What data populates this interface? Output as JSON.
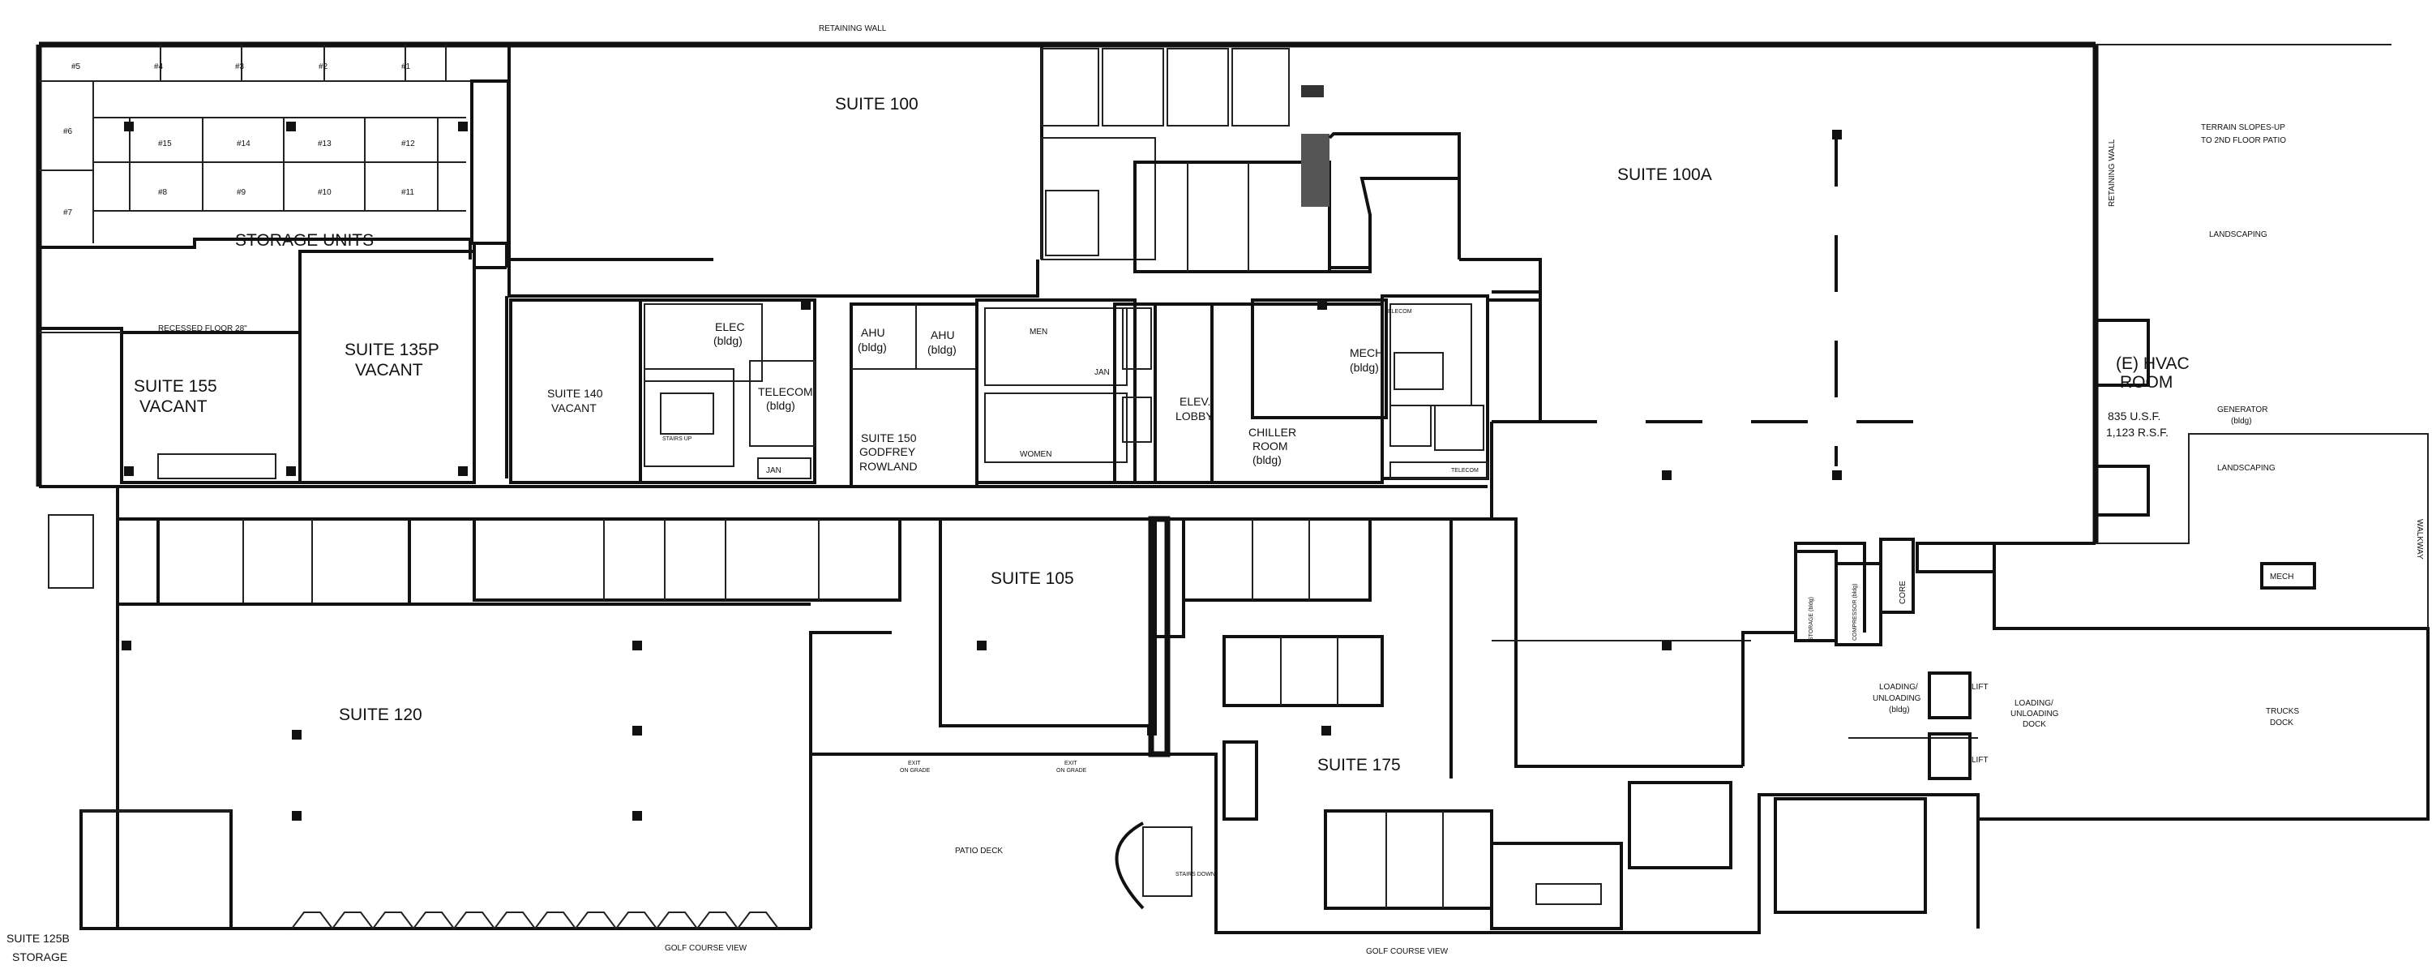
{
  "labels": {
    "retaining_wall_top": "RETAINING WALL",
    "retaining_wall_side": "RETAINING WALL",
    "suite_100": "SUITE 100",
    "suite_100a": "SUITE 100A",
    "storage_units": "STORAGE UNITS",
    "recessed_floor": "RECESSED FLOOR 28\"",
    "suite_155": "SUITE 155",
    "vacant_155": "VACANT",
    "suite_135p": "SUITE 135P",
    "vacant_135p": "VACANT",
    "suite_140": "SUITE 140",
    "vacant_140": "VACANT",
    "elec": "ELEC",
    "elec_bldg": "(bldg)",
    "telecom": "TELECOM",
    "telecom_bldg": "(bldg)",
    "stairs_up": "STAIRS UP",
    "jan_left": "JAN",
    "ahu_1": "AHU",
    "ahu_1_bldg": "(bldg)",
    "ahu_2": "AHU",
    "ahu_2_bldg": "(bldg)",
    "suite_150": "SUITE 150",
    "godfrey": "GODFREY",
    "rowland": "ROWLAND",
    "men": "MEN",
    "women": "WOMEN",
    "jan_mid": "JAN",
    "elev": "ELEV.",
    "lobby": "LOBBY",
    "chiller": "CHILLER",
    "chiller_room": "ROOM",
    "chiller_bldg": "(bldg)",
    "mech": "MECH",
    "mech_bldg": "(bldg)",
    "elecom": "ELECOM",
    "telecom_right": "TELECOM",
    "terrain_1": "TERRAIN SLOPES-UP",
    "terrain_2": "TO 2ND FLOOR PATIO",
    "landscaping_top": "LANDSCAPING",
    "hvac_1": "(E) HVAC",
    "hvac_2": "ROOM",
    "hvac_usf": "835 U.S.F.",
    "hvac_rsf": "1,123 R.S.F.",
    "generator": "GENERATOR",
    "generator_bldg": "(bldg)",
    "landscaping_right": "LANDSCAPING",
    "walkway": "WALKWAY",
    "mech_small": "MECH",
    "suite_105": "SUITE 105",
    "suite_120": "SUITE 120",
    "suite_175": "SUITE 175",
    "patio_deck": "PATIO DECK",
    "golf_left": "GOLF COURSE VIEW",
    "golf_right": "GOLF COURSE VIEW",
    "suite_125b": "SUITE 125B",
    "storage_125b": "STORAGE",
    "storage_bldg": "STORAGE (bldg)",
    "compressor": "COMPRESSOR (bldg)",
    "core": "CORE",
    "loading_1": "LOADING/",
    "loading_2": "UNLOADING",
    "loading_bldg": "(bldg)",
    "lift_1": "LIFT",
    "lift_2": "LIFT",
    "dock_1": "LOADING/",
    "dock_2": "UNLOADING",
    "dock_3": "DOCK",
    "trucks_1": "TRUCKS",
    "trucks_2": "DOCK",
    "exit_1": "EXIT",
    "exit_2": "EXIT",
    "on_grade_1": "ON GRADE",
    "on_grade_2": "ON GRADE",
    "stairs_down": "STAIRS DOWN",
    "unit_1": "#1",
    "unit_2": "#2",
    "unit_3": "#3",
    "unit_4": "#4",
    "unit_5": "#5",
    "unit_6": "#6",
    "unit_7": "#7",
    "unit_8": "#8",
    "unit_9": "#9",
    "unit_10": "#10",
    "unit_11": "#11",
    "unit_12": "#12",
    "unit_13": "#13",
    "unit_14": "#14",
    "unit_15": "#15"
  }
}
